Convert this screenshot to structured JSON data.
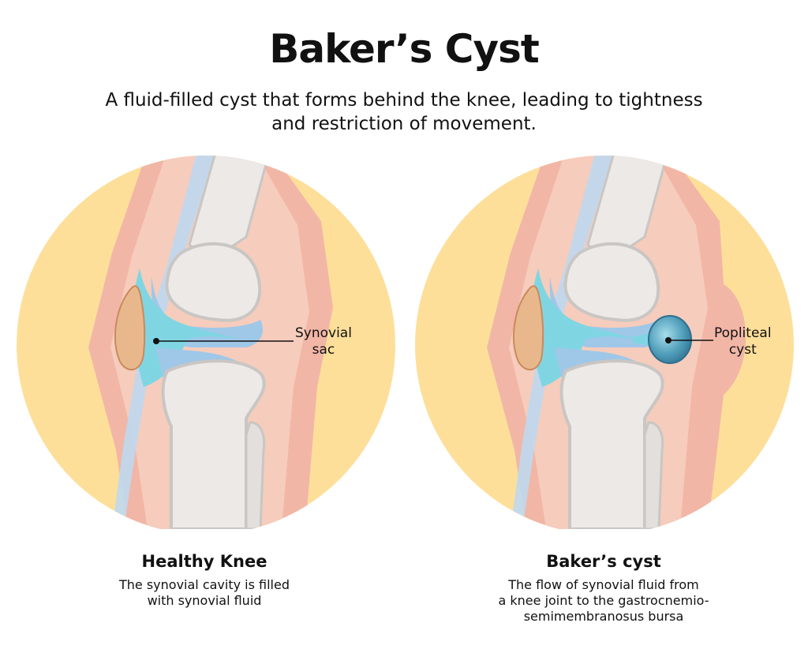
{
  "title": "Baker’s Cyst",
  "subtitle": "A fluid-filled cyst that forms behind the knee, leading to tightness and restriction of movement.",
  "panels": [
    {
      "callout_line1": "Synovial",
      "callout_line2": "sac",
      "heading": "Healthy Knee",
      "desc_line1": "The synovial cavity is filled",
      "desc_line2": "with synovial fluid"
    },
    {
      "callout_line1": "Popliteal",
      "callout_line2": "cyst",
      "heading": "Baker’s cyst",
      "desc_line1": "The flow of synovial fluid from",
      "desc_line2": "a knee joint to the gastrocnemio-",
      "desc_line3": "semimembranosus bursa"
    }
  ],
  "colors": {
    "background_circle": "#FDDF9A",
    "skin": "#F2B6A6",
    "muscle": "#F6CCBC",
    "bone": "#ECE9E6",
    "bone_shadow": "#C9C6C3",
    "cartilage": "#9FC7E8",
    "synovial_fluid": "#7FD6E2",
    "patella": "#E8B88C",
    "cyst": "#3F8FAE"
  }
}
